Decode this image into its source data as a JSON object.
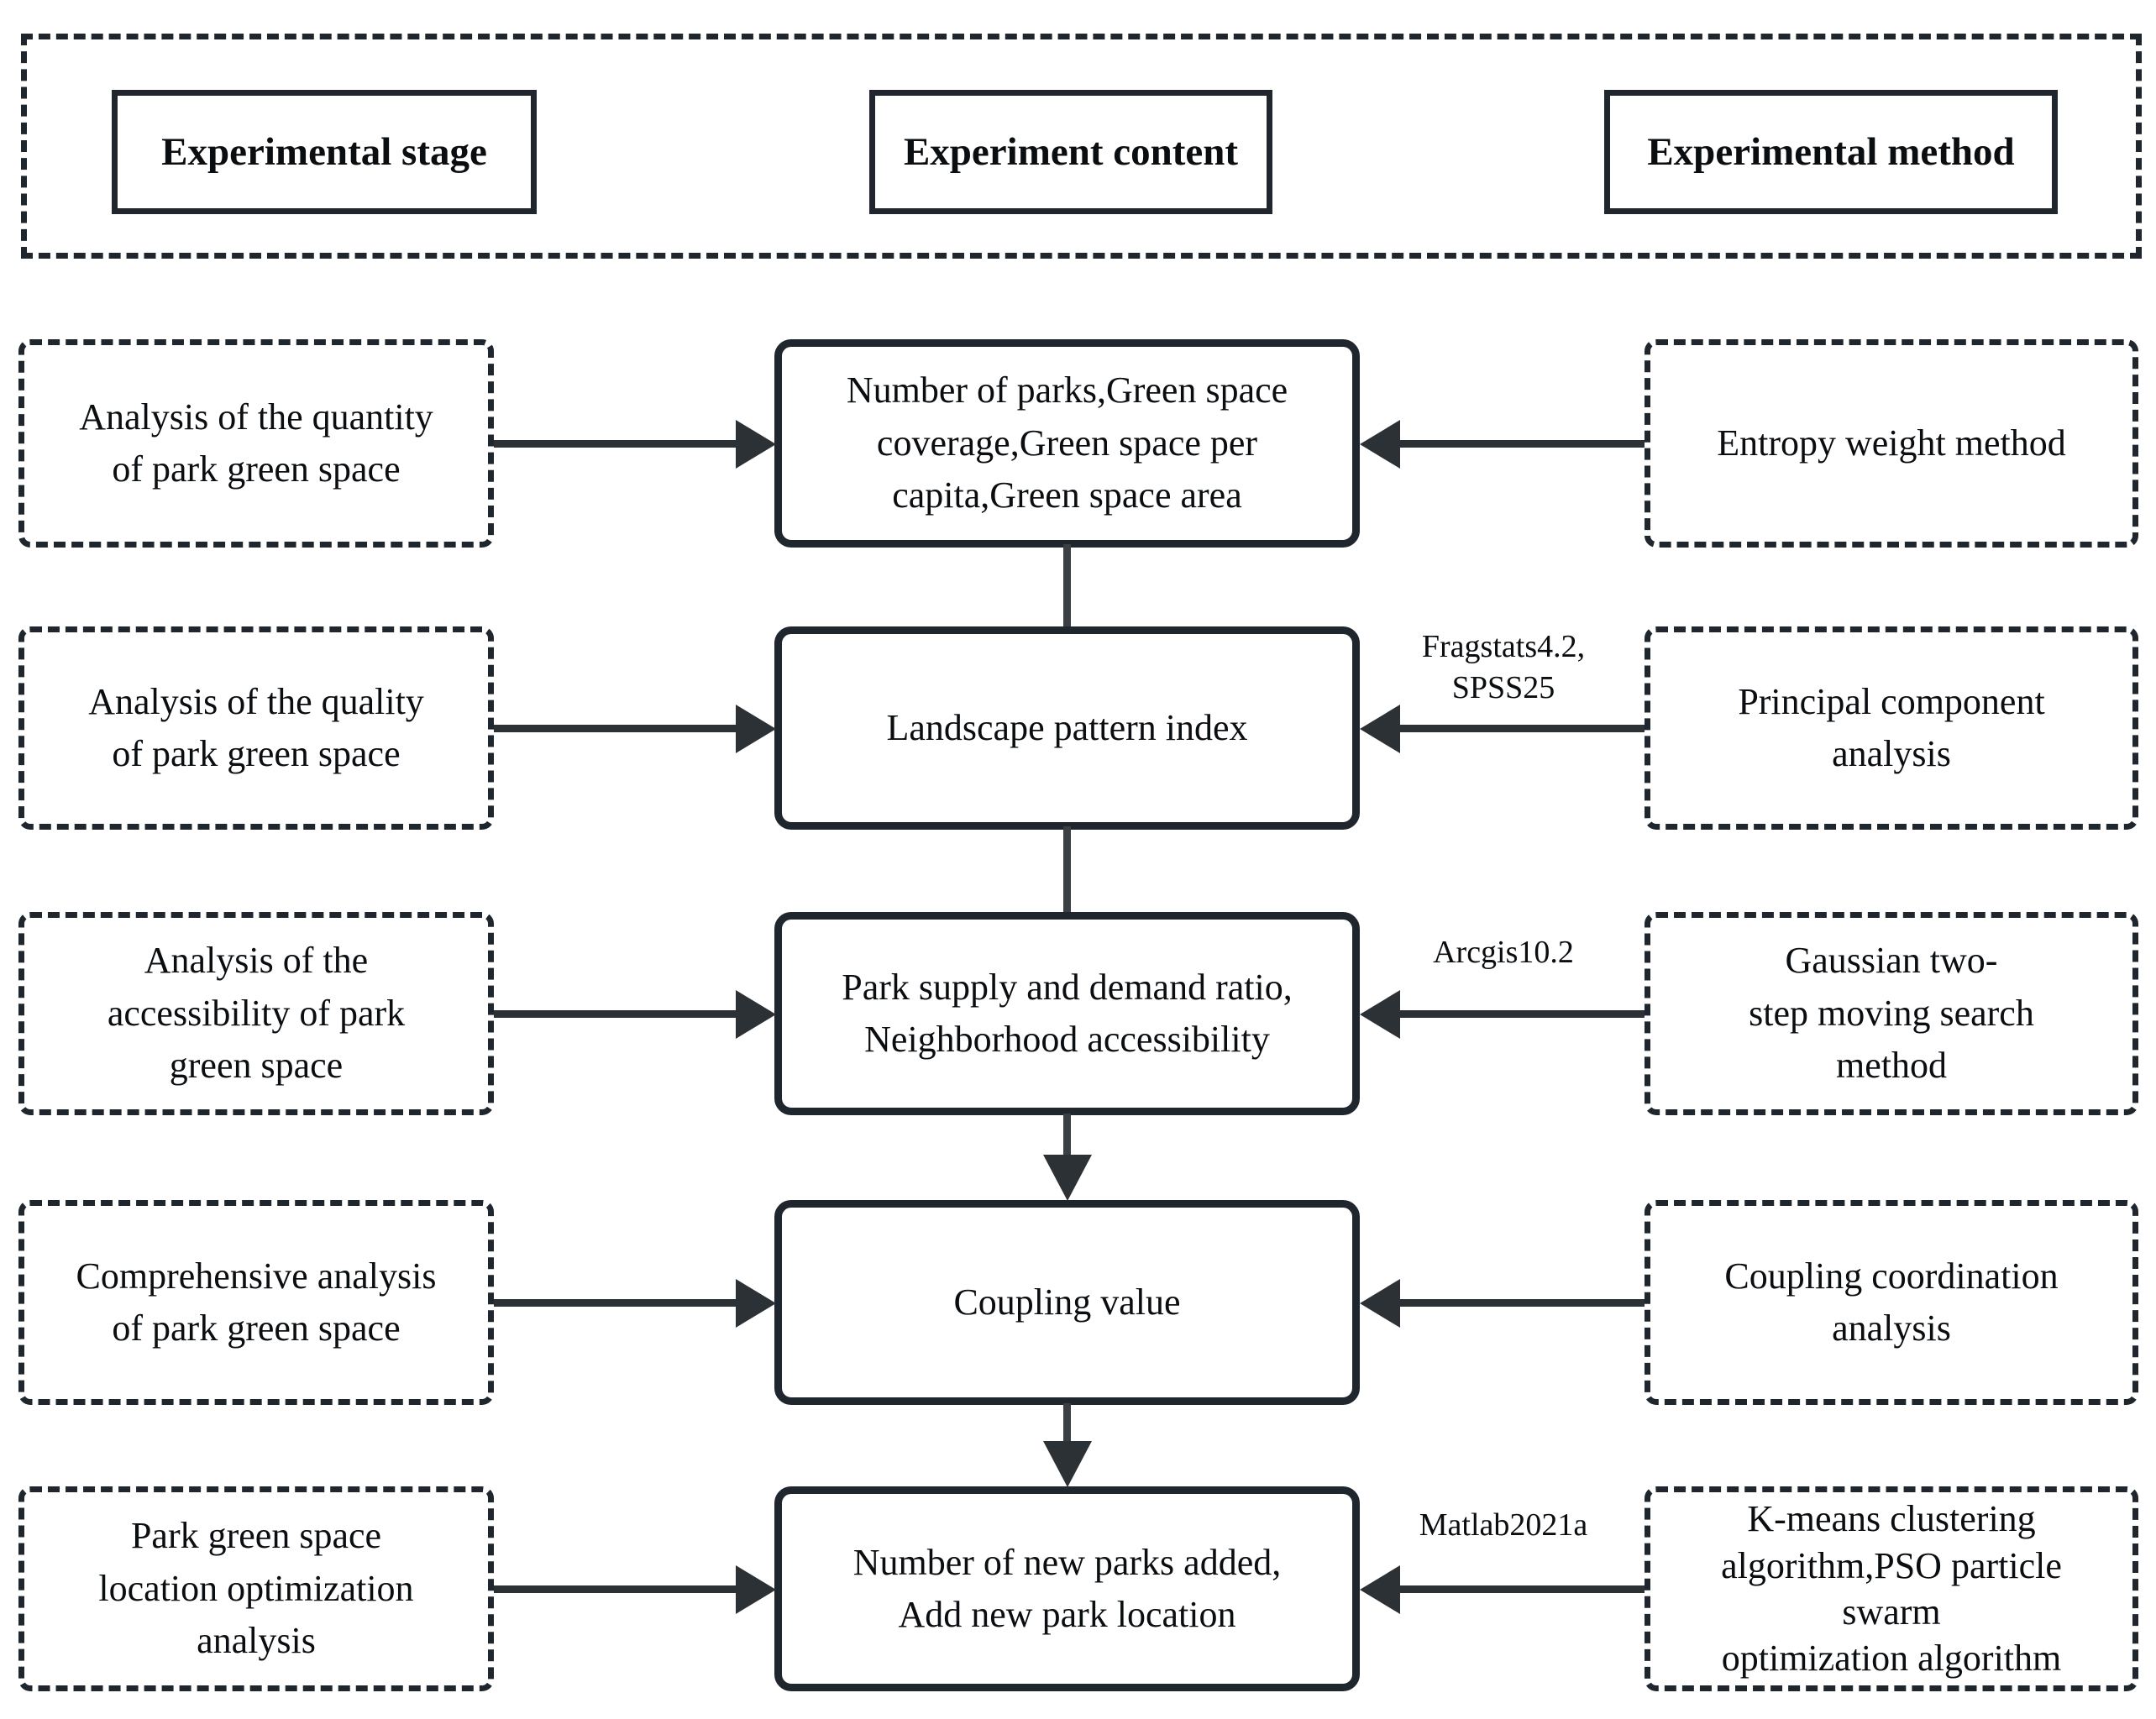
{
  "header": {
    "columns": [
      {
        "label": "Experimental stage"
      },
      {
        "label": "Experiment content"
      },
      {
        "label": "Experimental method"
      }
    ]
  },
  "rows": [
    {
      "stage": "Analysis of the quantity\nof park green space",
      "content": "Number of parks,Green space\ncoverage,Green space per\ncapita,Green space area",
      "method": "Entropy weight method",
      "tool": ""
    },
    {
      "stage": "Analysis of the quality\nof park green space",
      "content": "Landscape pattern index",
      "method": "Principal component\nanalysis",
      "tool": "Fragstats4.2,\nSPSS25"
    },
    {
      "stage": "Analysis of the\naccessibility of park\ngreen space",
      "content": "Park supply and demand ratio,\nNeighborhood accessibility",
      "method": "Gaussian two-\nstep moving search\nmethod",
      "tool": "Arcgis10.2"
    },
    {
      "stage": "Comprehensive analysis\nof park green space",
      "content": "Coupling value",
      "method": "Coupling coordination\nanalysis",
      "tool": ""
    },
    {
      "stage": "Park green space\nlocation optimization\nanalysis",
      "content": "Number of new parks added,\nAdd new park location",
      "method": "K-means clustering\nalgorithm,PSO particle\nswarm\noptimization algorithm",
      "tool": "Matlab2021a"
    }
  ],
  "colors": {
    "ink": "#20262d",
    "arrow": "#2c3136",
    "background": "#ffffff"
  }
}
